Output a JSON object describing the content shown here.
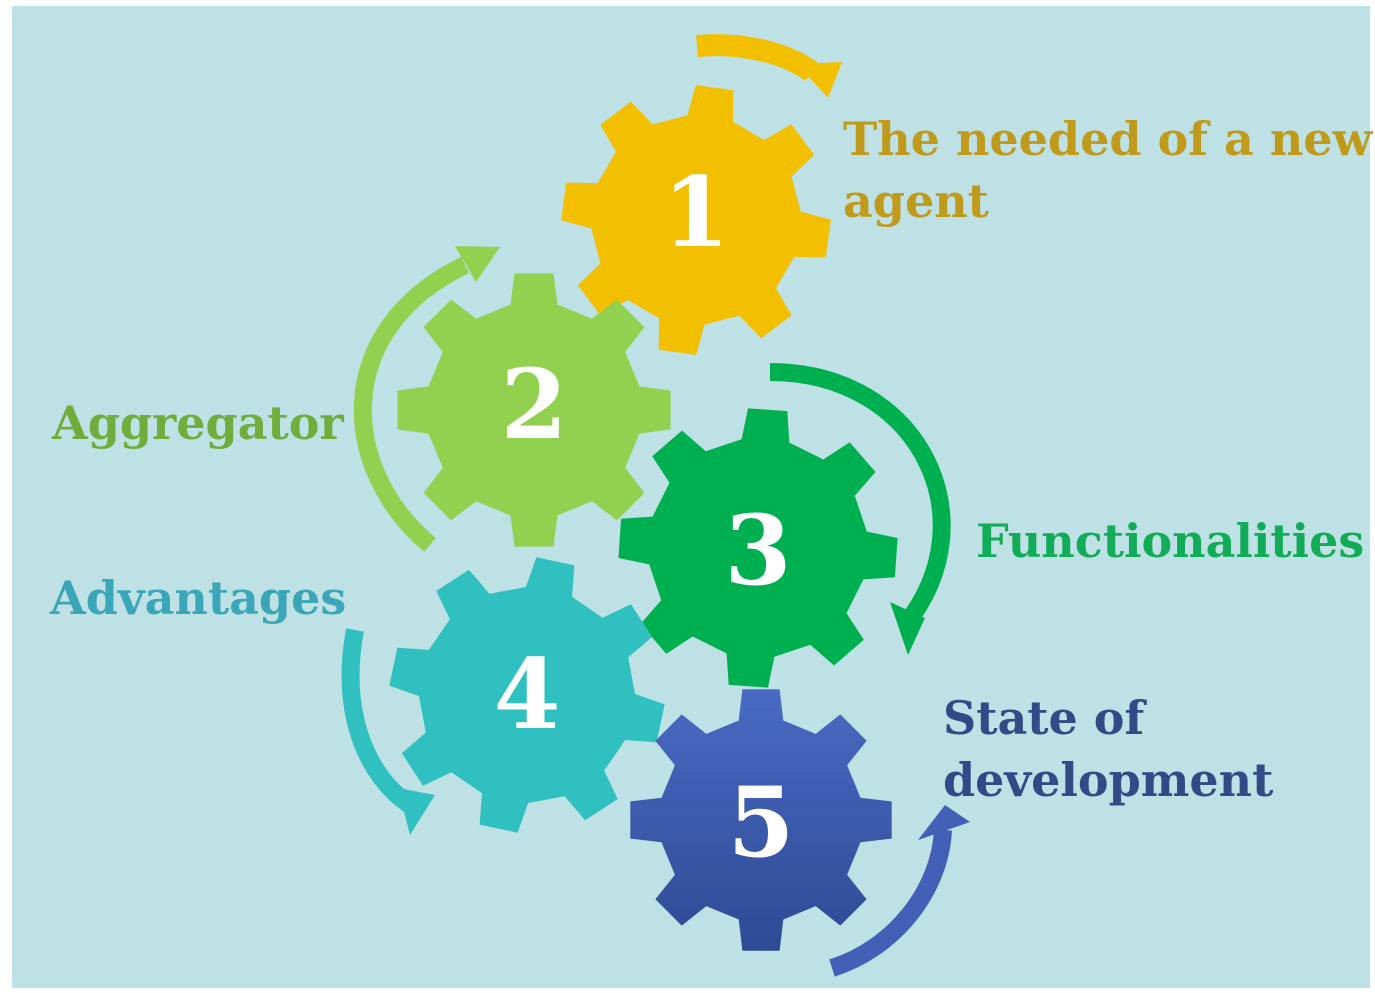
{
  "steps": [
    {
      "number": "1",
      "label_lines": [
        "The needed of a new",
        "agent"
      ],
      "color": "#f2c000",
      "text_color": "#c09a1a"
    },
    {
      "number": "2",
      "label_lines": [
        "Aggregator"
      ],
      "color": "#92d050",
      "text_color": "#71ad3c"
    },
    {
      "number": "3",
      "label_lines": [
        "Functionalities"
      ],
      "color": "#00b050",
      "text_color": "#12ab58"
    },
    {
      "number": "4",
      "label_lines": [
        "Advantages"
      ],
      "color": "#31c0c0",
      "text_color": "#3aa6b8"
    },
    {
      "number": "5",
      "label_lines": [
        "State of",
        "development"
      ],
      "color": "#4260b5",
      "text_color": "#344a86"
    }
  ],
  "background_color": "#bde1e5"
}
